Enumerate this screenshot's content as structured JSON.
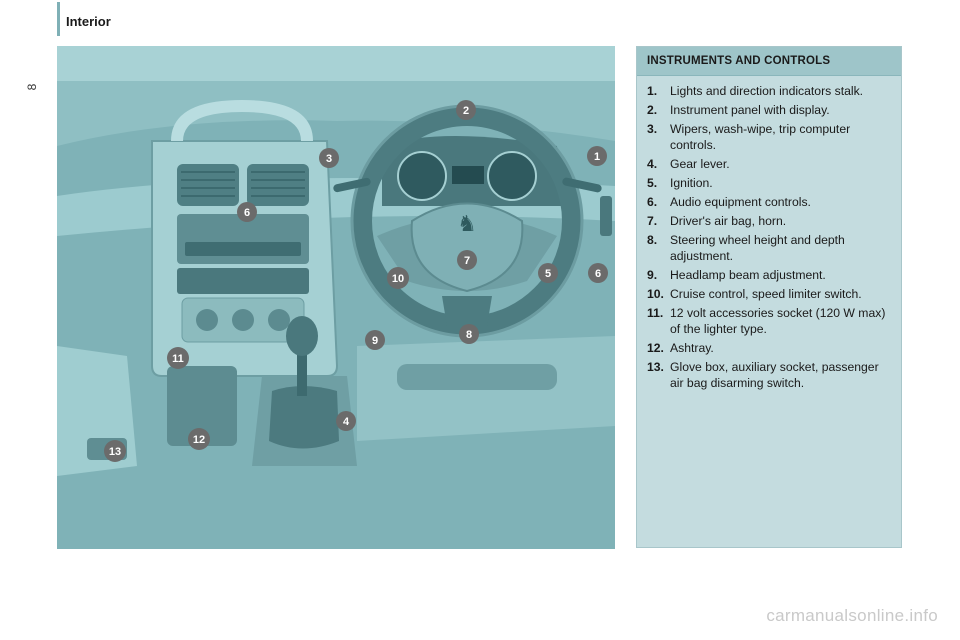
{
  "header": {
    "section_title": "Interior",
    "page_number": "8"
  },
  "panel": {
    "title": "INSTRUMENTS AND CONTROLS",
    "items": [
      {
        "number": "1.",
        "text": "Lights and direction indicators stalk."
      },
      {
        "number": "2.",
        "text": "Instrument panel with display."
      },
      {
        "number": "3.",
        "text": "Wipers, wash-wipe, trip computer controls."
      },
      {
        "number": "4.",
        "text": "Gear lever."
      },
      {
        "number": "5.",
        "text": "Ignition."
      },
      {
        "number": "6.",
        "text": "Audio equipment controls."
      },
      {
        "number": "7.",
        "text": "Driver's air bag, horn."
      },
      {
        "number": "8.",
        "text": "Steering wheel height and depth adjustment."
      },
      {
        "number": "9.",
        "text": "Headlamp beam adjustment."
      },
      {
        "number": "10.",
        "text": "Cruise control, speed limiter switch."
      },
      {
        "number": "11.",
        "text": "12 volt accessories socket (120 W max) of the lighter type."
      },
      {
        "number": "12.",
        "text": "Ashtray."
      },
      {
        "number": "13.",
        "text": "Glove box, auxiliary socket, passenger air bag disarming switch."
      }
    ]
  },
  "illustration": {
    "callouts": [
      "2",
      "3",
      "1",
      "6",
      "7",
      "10",
      "5",
      "6",
      "9",
      "8",
      "11",
      "4",
      "12",
      "13"
    ]
  },
  "watermark": "carmanualsonline.info",
  "colors": {
    "illustration_bg": "#8fbfc3",
    "panel_bg": "#c4dcdf",
    "panel_header": "#9ec5c9",
    "callout_badge": "#6b6b6b"
  }
}
